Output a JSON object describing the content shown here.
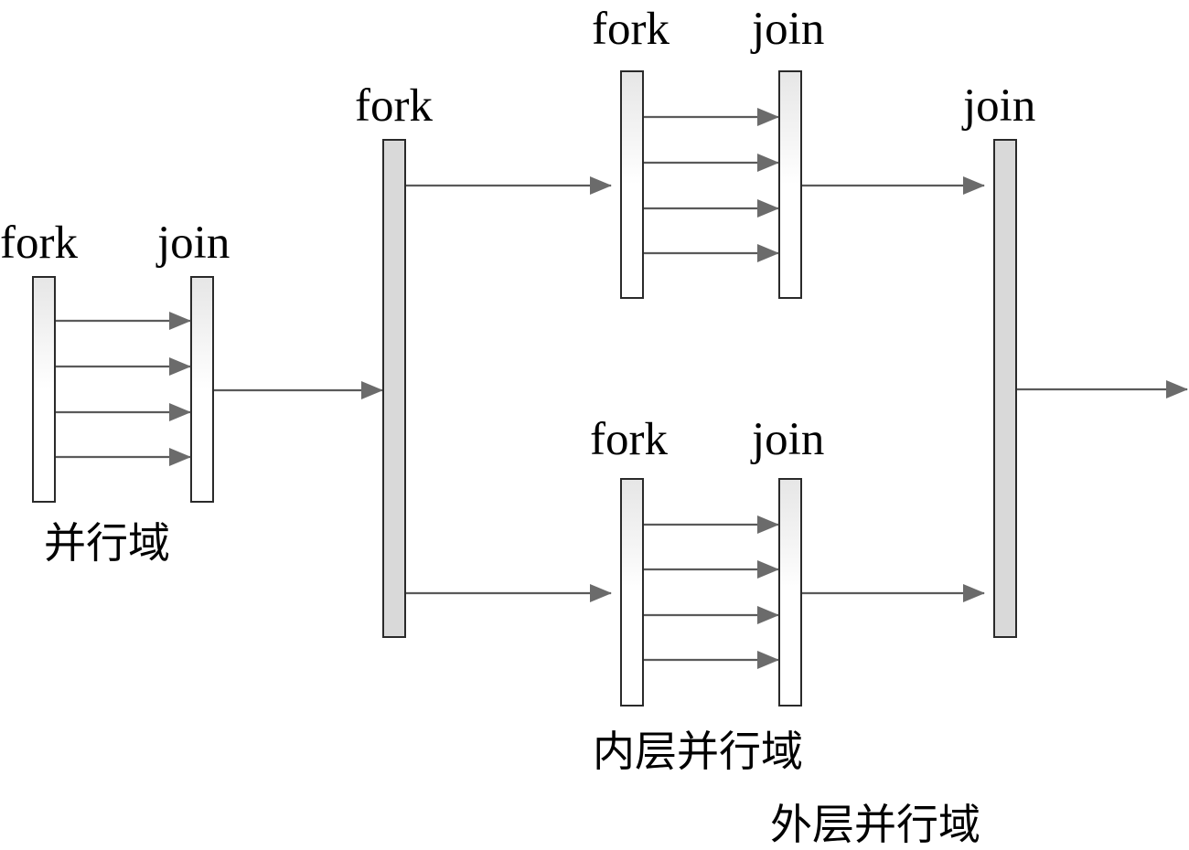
{
  "labels": {
    "fork": "fork",
    "join": "join"
  },
  "captions": {
    "parallel_domain": "并行域",
    "inner_parallel_domain": "内层并行域",
    "outer_parallel_domain": "外层并行域"
  },
  "colors": {
    "bar_fill_grey": "#d9d9d9",
    "bar_outline": "#2a2a2a",
    "arrow": "#5a5a5a",
    "arrowhead": "#6b6b6b"
  }
}
